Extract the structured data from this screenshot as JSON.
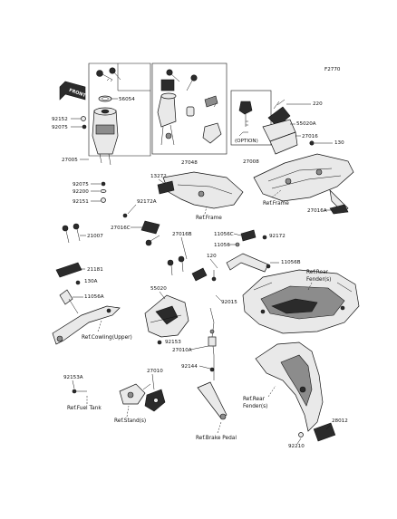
{
  "figure_code": "F2770",
  "front_tag": "FRONT",
  "option_note": "(OPTION)",
  "callouts": {
    "c56054": "56054",
    "c92152": "92152",
    "c92075a": "92075",
    "c27005": "27005",
    "c92075b": "92075",
    "c92200": "92200",
    "c92151": "92151",
    "c27048": "27048",
    "c27008": "27008",
    "c220": "220",
    "c55020A": "55020A",
    "c27016": "27016",
    "c130": "130",
    "c13272": "13272",
    "c92172A": "92172A",
    "c27016C": "27016C",
    "c21007": "21007",
    "c27016A": "27016A",
    "c27016B": "27016B",
    "c11056C": "11056C",
    "c92172": "92172",
    "c11056": "11056",
    "c11056B": "11056B",
    "c120": "120",
    "c21181": "21181",
    "c130A": "130A",
    "c11056A": "11056A",
    "c55020": "55020",
    "c92015": "92015",
    "c92153": "92153",
    "c27010A": "27010A",
    "c92144": "92144",
    "c92153A": "92153A",
    "c27010": "27010",
    "c28012": "28012",
    "c92210": "92210"
  },
  "references": {
    "frame_center": "Ref.Frame",
    "frame_right": "Ref.Frame",
    "rear_fender_top_1": "Ref.Rear",
    "rear_fender_top_2": "Fender(s)",
    "cowling": "Ref.Cowling(Upper)",
    "rear_fender_bottom_1": "Ref.Rear",
    "rear_fender_bottom_2": "Fender(s)",
    "fuel_tank": "Ref.Fuel Tank",
    "stands": "Ref.Stand(s)",
    "brake_pedal": "Ref.Brake Pedal"
  }
}
